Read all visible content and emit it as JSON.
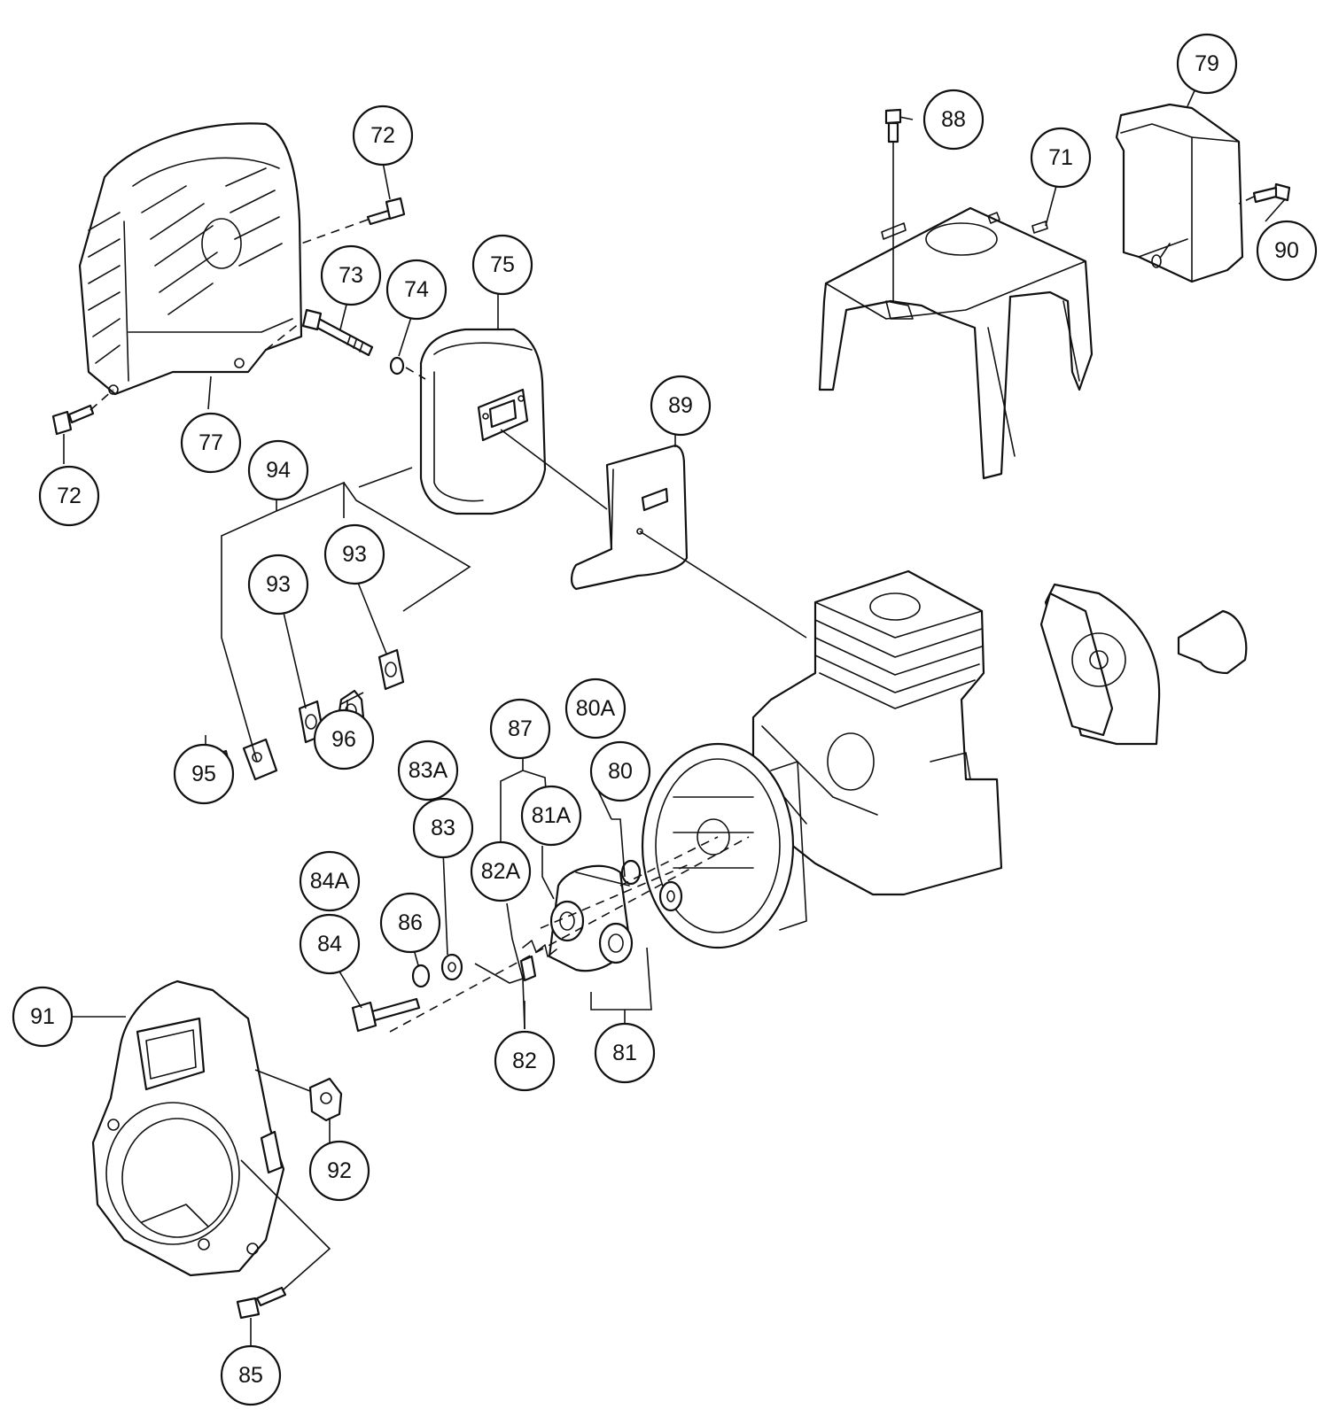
{
  "callouts": [
    {
      "label": "72"
    },
    {
      "label": "72"
    },
    {
      "label": "73"
    },
    {
      "label": "74"
    },
    {
      "label": "75"
    },
    {
      "label": "77"
    },
    {
      "label": "94"
    },
    {
      "label": "93"
    },
    {
      "label": "93"
    },
    {
      "label": "96"
    },
    {
      "label": "95"
    },
    {
      "label": "88"
    },
    {
      "label": "79"
    },
    {
      "label": "71"
    },
    {
      "label": "90"
    },
    {
      "label": "89"
    },
    {
      "label": "87"
    },
    {
      "label": "80A"
    },
    {
      "label": "80"
    },
    {
      "label": "81A"
    },
    {
      "label": "83A"
    },
    {
      "label": "83"
    },
    {
      "label": "82A"
    },
    {
      "label": "84A"
    },
    {
      "label": "84"
    },
    {
      "label": "86"
    },
    {
      "label": "82"
    },
    {
      "label": "81"
    },
    {
      "label": "91"
    },
    {
      "label": "92"
    },
    {
      "label": "85"
    }
  ]
}
